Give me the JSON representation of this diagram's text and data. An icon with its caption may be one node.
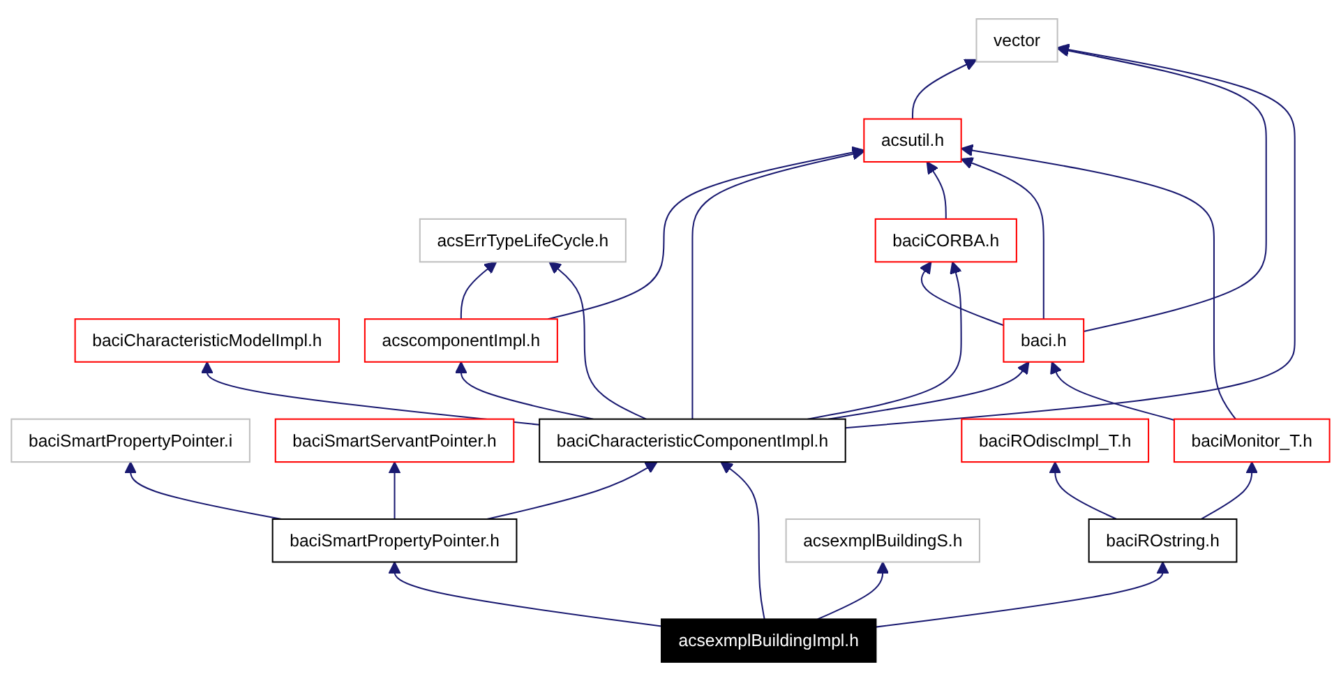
{
  "diagram": {
    "nodes": [
      {
        "text": [
          "vector"
        ]
      },
      {
        "text": [
          "acsutil.h"
        ]
      },
      {
        "text": [
          "acsErrTypeLifeCycle.h"
        ]
      },
      {
        "text": [
          "baciCORBA.h"
        ]
      },
      {
        "text": [
          "baciCharacteristicModelImpl.h"
        ]
      },
      {
        "text": [
          "acscomponentImpl.h"
        ]
      },
      {
        "text": [
          "baci.h"
        ]
      },
      {
        "text": [
          "baciSmartPropertyPointer.i"
        ]
      },
      {
        "text": [
          "baciSmartServantPointer.h"
        ]
      },
      {
        "text": [
          "baciCharacteristicComponentImpl.h"
        ]
      },
      {
        "text": [
          "baciROdiscImpl_T.h"
        ]
      },
      {
        "text": [
          "baciMonitor_T.h"
        ]
      },
      {
        "text": [
          "baciSmartPropertyPointer.h"
        ]
      },
      {
        "text": [
          "baciROstring.h"
        ]
      },
      {
        "text": [
          "acsexmplBuildingS.h"
        ]
      },
      {
        "text": [
          "acsexmplBuildingImpl.h"
        ]
      }
    ],
    "edges": [
      {
        "from": 1,
        "to": 0,
        "arrow": "to"
      },
      {
        "from": 6,
        "to": 0,
        "arrow": "to"
      },
      {
        "from": 9,
        "to": 0,
        "arrow": "to"
      },
      {
        "from": 5,
        "to": 1,
        "arrow": "to"
      },
      {
        "from": 9,
        "to": 1,
        "arrow": "to"
      },
      {
        "from": 3,
        "to": 1,
        "arrow": "to"
      },
      {
        "from": 6,
        "to": 1,
        "arrow": "to"
      },
      {
        "from": 11,
        "to": 1,
        "arrow": "to"
      },
      {
        "from": 6,
        "to": 3,
        "arrow": "to"
      },
      {
        "from": 9,
        "to": 3,
        "arrow": "to"
      },
      {
        "from": 5,
        "to": 2,
        "arrow": "to"
      },
      {
        "from": 9,
        "to": 2,
        "arrow": "to"
      },
      {
        "from": 9,
        "to": 4,
        "arrow": "to"
      },
      {
        "from": 9,
        "to": 5,
        "arrow": "to"
      },
      {
        "from": 9,
        "to": 6,
        "arrow": "to"
      },
      {
        "from": 11,
        "to": 6,
        "arrow": "to"
      },
      {
        "from": 12,
        "to": 7,
        "arrow": "to"
      },
      {
        "from": 12,
        "to": 8,
        "arrow": "to"
      },
      {
        "from": 12,
        "to": 9,
        "arrow": "to"
      },
      {
        "from": 13,
        "to": 10,
        "arrow": "to"
      },
      {
        "from": 13,
        "to": 11,
        "arrow": "to"
      },
      {
        "from": 15,
        "to": 12,
        "arrow": "to"
      },
      {
        "from": 15,
        "to": 9,
        "arrow": "to"
      },
      {
        "from": 15,
        "to": 13,
        "arrow": "to"
      },
      {
        "from": 15,
        "to": 14,
        "arrow": "to"
      }
    ]
  }
}
